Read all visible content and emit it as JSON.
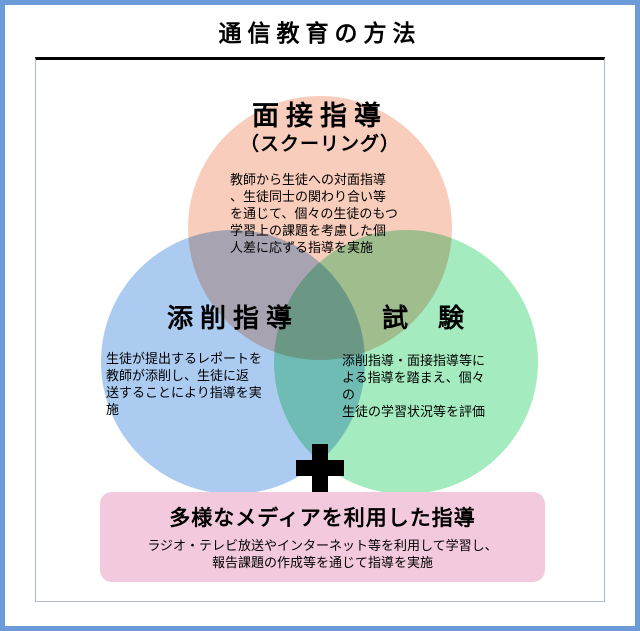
{
  "title": "通信教育の方法",
  "venn": {
    "face_to_face": {
      "title": "面接指導",
      "subtitle": "（スクーリング）",
      "description_lines": [
        "教師から生徒への対面指導",
        "、生徒同士の関わり合い等",
        "を通じて、個々の生徒のもつ",
        "学習上の課題を考慮した個",
        "人差に応ずる指導を実施"
      ],
      "color": "#F8CDBC"
    },
    "correction": {
      "title": "添削指導",
      "description_lines": [
        "生徒が提出するレポートを",
        "教師が添削し、生徒に返",
        "送することにより指導を実",
        "施"
      ],
      "color": "#ACCBF1"
    },
    "exam": {
      "title": "試　験",
      "description_lines": [
        "添削指導・面接指導等に",
        "よる指導を踏まえ、個々の",
        "生徒の学習状況等を評価"
      ],
      "color": "#A4ECBF"
    }
  },
  "icons": {
    "plus": "+"
  },
  "media_box": {
    "title": "多様なメディアを利用した指導",
    "description_lines": [
      "ラジオ・テレビ放送やインターネット等を利用して学習し、",
      "報告課題の作成等を通じて指導を実施"
    ],
    "color": "#F3C9DD"
  },
  "colors": {
    "frame_border": "#6B9CD9",
    "panel_border": "#AEBCD2",
    "divider": "#000000",
    "plus": "#000000"
  }
}
